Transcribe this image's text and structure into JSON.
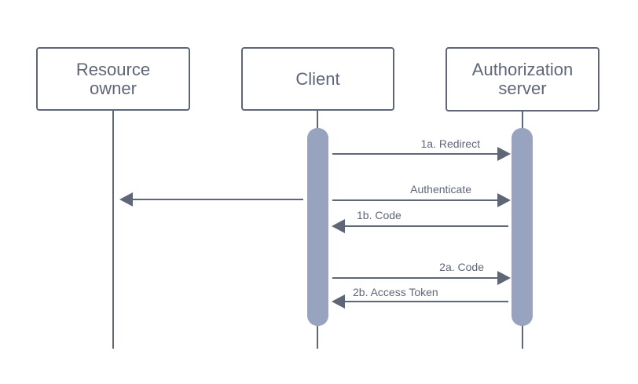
{
  "colors": {
    "stroke": "#5f6678",
    "activation": "#97a3bf",
    "text": "#5f6678",
    "background": "#ffffff"
  },
  "participants": [
    {
      "id": "resource-owner",
      "label": "Resource\nowner"
    },
    {
      "id": "client",
      "label": "Client"
    },
    {
      "id": "authorization-server",
      "label": "Authorization\nserver"
    }
  ],
  "messages": [
    {
      "id": "redirect",
      "label": "1a. Redirect",
      "from": "client",
      "to": "authorization-server"
    },
    {
      "id": "authenticate",
      "label": "Authenticate",
      "from": "client",
      "to": "authorization-server"
    },
    {
      "id": "to-resource-owner",
      "label": "",
      "from": "client",
      "to": "resource-owner"
    },
    {
      "id": "code-1b",
      "label": "1b. Code",
      "from": "authorization-server",
      "to": "client"
    },
    {
      "id": "code-2a",
      "label": "2a. Code",
      "from": "client",
      "to": "authorization-server"
    },
    {
      "id": "access-token",
      "label": "2b. Access Token",
      "from": "authorization-server",
      "to": "client"
    }
  ]
}
